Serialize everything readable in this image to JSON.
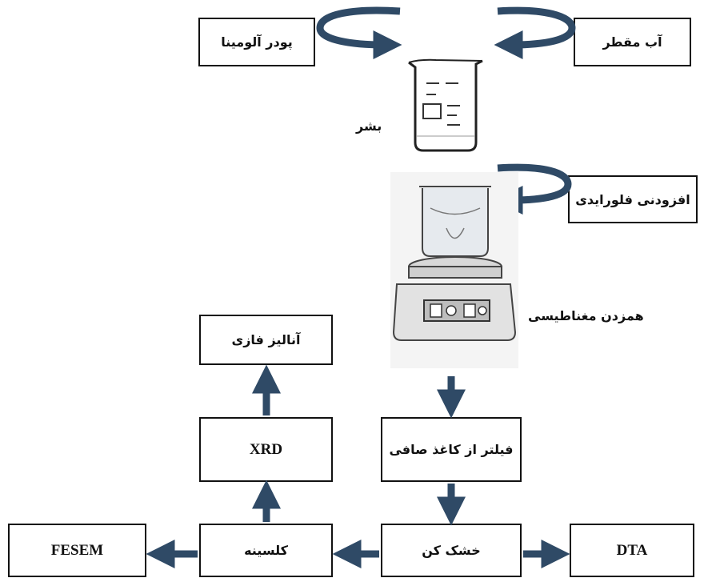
{
  "nodes": {
    "alumina_powder": "پودر آلومینا",
    "distilled_water": "آب مقطر",
    "beaker": "بشر",
    "add_fluoride": "افزودنی فلورایدی",
    "magnetic_stirring": "همزدن مغناطیسی",
    "filter_paper": "فیلتر از کاغذ صافی",
    "dryer": "خشک کن",
    "calcination": "کلسینه",
    "xrd": "XRD",
    "phase_analysis": "آنالیز فازی",
    "fesem": "FESEM",
    "dta": "DTA"
  },
  "beaker_illustration": {
    "type": "glass-beaker-icon"
  },
  "stirrer_illustration": {
    "type": "magnetic-stirrer-icon"
  },
  "colors": {
    "line": "#111111",
    "arrow_fill": "#2f4a66"
  }
}
